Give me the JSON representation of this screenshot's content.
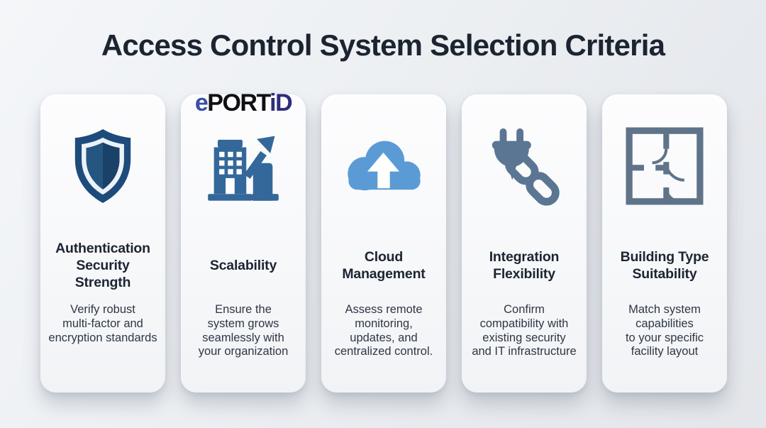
{
  "page_title": "Access Control System Selection Criteria",
  "logo": {
    "e": "e",
    "port": "PORT",
    "i": "i",
    "d": "D"
  },
  "colors": {
    "background": "#eaedf1",
    "heading_text": "#1c2431",
    "card_title_text": "#1d2532",
    "card_body_text": "#2e3744",
    "shield_dark": "#1d4b7c",
    "shield_mid": "#24567f",
    "shield_darker": "#1a4168",
    "shield_ring": "#edf2f8",
    "building_blue": "#34689a",
    "cloud_blue": "#5b9bd5",
    "plug_slate": "#5b7693",
    "floorplan_gray": "#5f7389",
    "logo_e_blue": "#3a4fa4",
    "logo_port_black": "#0f1015",
    "logo_id_navy": "#2e2c7a"
  },
  "cards": [
    {
      "icon": "shield-icon",
      "title": "Authentication\nSecurity\nStrength",
      "description": "Verify robust\nmulti-factor and\nencryption standards"
    },
    {
      "icon": "building-growth-icon",
      "title": "Scalability",
      "description": "Ensure the\nsystem grows\nseamlessly with\nyour organization"
    },
    {
      "icon": "cloud-upload-icon",
      "title": "Cloud\nManagement",
      "description": "Assess remote\nmonitoring,\nupdates, and\ncentralized control."
    },
    {
      "icon": "plug-link-icon",
      "title": "Integration\nFlexibility",
      "description": "Confirm\ncompatibility with\nexisting security\nand IT infrastructure"
    },
    {
      "icon": "floor-plan-icon",
      "title": "Building Type\nSuitability",
      "description": "Match system\ncapabilities\nto your specific\nfacility layout"
    }
  ]
}
